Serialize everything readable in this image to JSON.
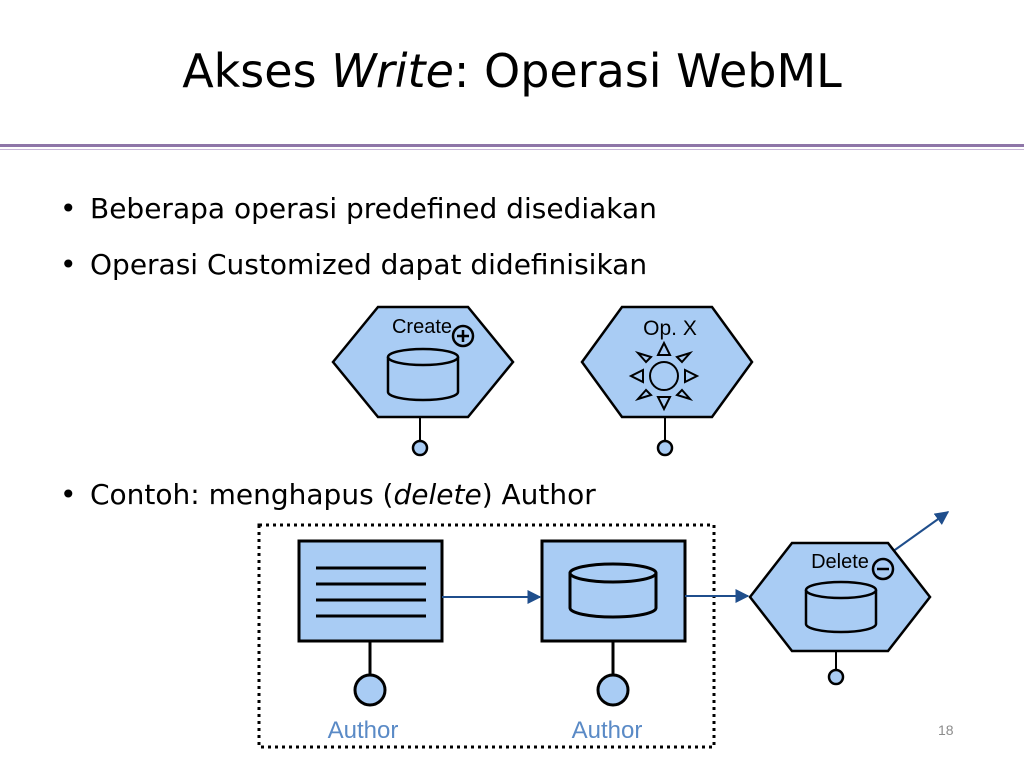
{
  "slide": {
    "title_prefix": "Akses ",
    "title_italic": "Write",
    "title_suffix": ": Operasi WebML",
    "page_number": "18"
  },
  "bullets": [
    {
      "text": "Beberapa operasi predefined disediakan"
    },
    {
      "text": "Operasi Customized dapat didefinisikan"
    },
    {
      "before": "Contoh: menghapus (",
      "italic": "delete",
      "after": ") Author"
    }
  ],
  "diagram": {
    "create_label": "Create",
    "opx_label": "Op. X",
    "delete_label": "Delete",
    "index_unit_label": "Author",
    "data_unit_label": "Author"
  },
  "colors": {
    "unit_fill": "#a9ccf4",
    "stroke": "#000000",
    "arrow": "#1f4e8c",
    "rule": "#8e76a8",
    "label_blue": "#5a8ac6"
  }
}
